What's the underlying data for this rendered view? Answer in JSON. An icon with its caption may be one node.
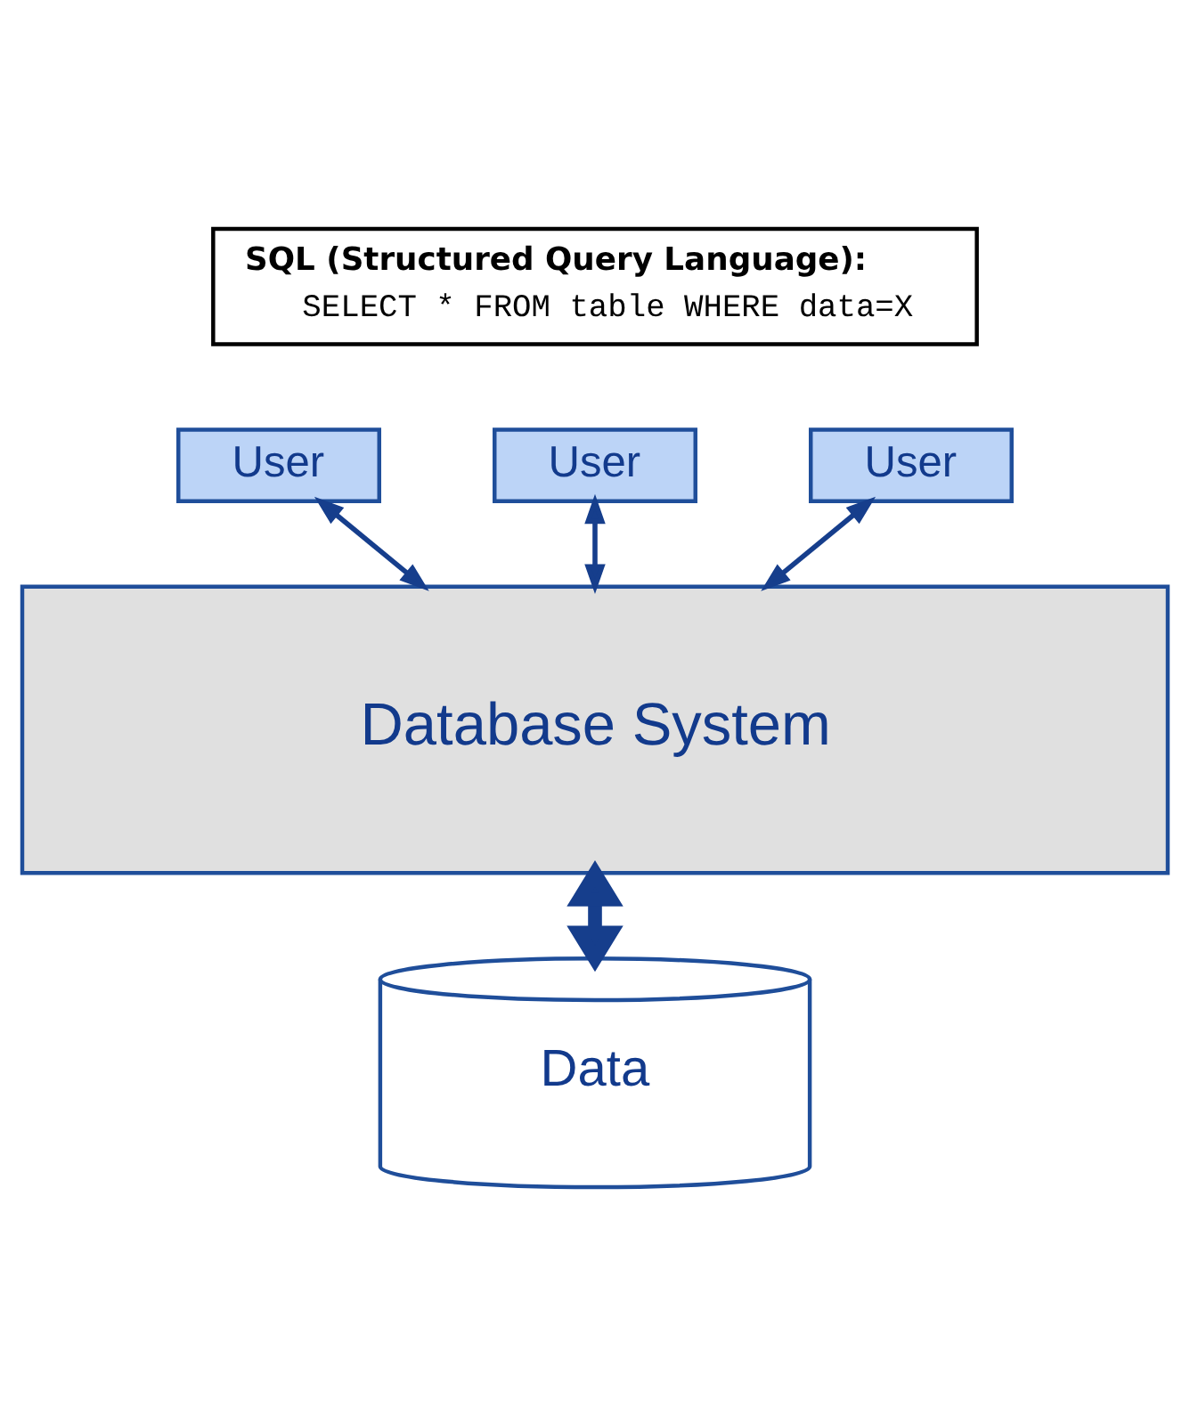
{
  "diagram": {
    "nodes": [
      {
        "text": [
          "SQL (Structured Query Language):",
          "SELECT * FROM table WHERE data=X"
        ]
      },
      {
        "text": [
          "User"
        ]
      },
      {
        "text": [
          "User"
        ]
      },
      {
        "text": [
          "User"
        ]
      },
      {
        "text": [
          "Database System"
        ]
      },
      {
        "text": [
          "Data"
        ]
      }
    ],
    "edges": [
      {
        "from": 1,
        "to": 4,
        "arrow": "both"
      },
      {
        "from": 2,
        "to": 4,
        "arrow": "both"
      },
      {
        "from": 3,
        "to": 4,
        "arrow": "both"
      },
      {
        "from": 4,
        "to": 5,
        "arrow": "both",
        "style": "thick"
      }
    ]
  }
}
